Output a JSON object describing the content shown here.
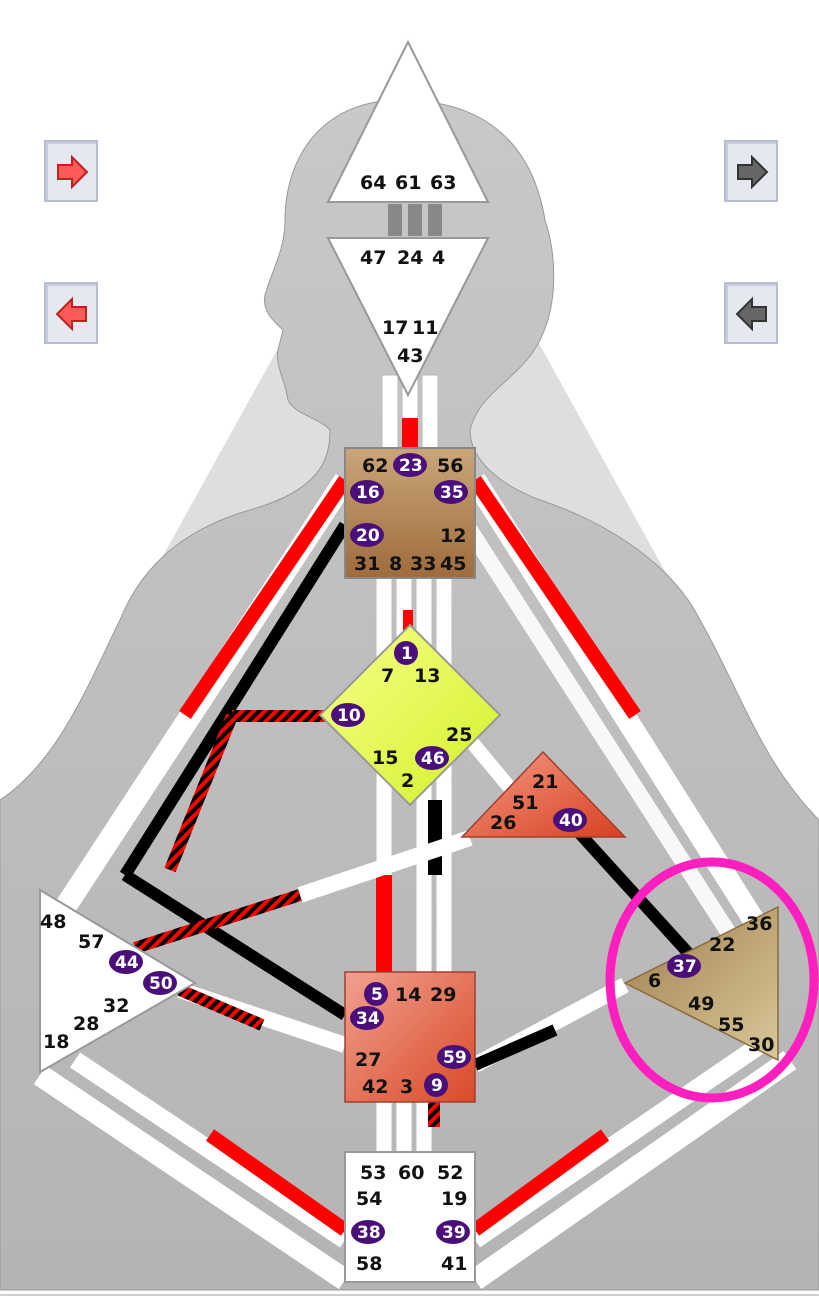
{
  "nav": {
    "prev_top": "prev-red-arrow",
    "prev_bottom": "prev-red-back-arrow",
    "next_top": "next-gray-arrow",
    "next_bottom": "next-gray-back-arrow"
  },
  "colors": {
    "conscious": "#ff0000",
    "unconscious": "#000000",
    "highlight_circle": "#ff1fbf",
    "activation_badge": "#4b0f7a"
  },
  "centers": {
    "head": {
      "gates": [
        "64",
        "61",
        "63"
      ]
    },
    "ajna": {
      "gates": [
        "47",
        "24",
        "4",
        "17",
        "11",
        "43"
      ]
    },
    "throat": {
      "gates": [
        "62",
        "23",
        "56",
        "16",
        "35",
        "20",
        "12",
        "31",
        "8",
        "33",
        "45"
      ]
    },
    "g": {
      "gates": [
        "1",
        "7",
        "13",
        "10",
        "25",
        "15",
        "46",
        "2"
      ]
    },
    "heart": {
      "gates": [
        "21",
        "51",
        "26",
        "40"
      ]
    },
    "spleen": {
      "gates": [
        "48",
        "57",
        "44",
        "50",
        "32",
        "28",
        "18"
      ]
    },
    "solar_plexus": {
      "gates": [
        "36",
        "22",
        "37",
        "6",
        "49",
        "55",
        "30"
      ]
    },
    "sacral": {
      "gates": [
        "5",
        "14",
        "29",
        "34",
        "27",
        "59",
        "42",
        "3",
        "9"
      ]
    },
    "root": {
      "gates": [
        "53",
        "60",
        "52",
        "54",
        "19",
        "38",
        "39",
        "58",
        "41"
      ]
    }
  },
  "gate_labels": {
    "g64": "64",
    "g61": "61",
    "g63": "63",
    "g47": "47",
    "g24": "24",
    "g4": "4",
    "g17": "17",
    "g11": "11",
    "g43": "43",
    "g62": "62",
    "g23": "23",
    "g56": "56",
    "g16": "16",
    "g35": "35",
    "g20": "20",
    "g12": "12",
    "g31": "31",
    "g8": "8",
    "g33": "33",
    "g45": "45",
    "g1": "1",
    "g7": "7",
    "g13": "13",
    "g10": "10",
    "g25": "25",
    "g15": "15",
    "g46": "46",
    "g2": "2",
    "g21": "21",
    "g51": "51",
    "g26": "26",
    "g40": "40",
    "g48": "48",
    "g57": "57",
    "g44": "44",
    "g50": "50",
    "g32": "32",
    "g28": "28",
    "g18": "18",
    "g36": "36",
    "g22": "22",
    "g37": "37",
    "g6": "6",
    "g49": "49",
    "g55": "55",
    "g30": "30",
    "g5": "5",
    "g14": "14",
    "g29": "29",
    "g34": "34",
    "g27": "27",
    "g59": "59",
    "g42": "42",
    "g3": "3",
    "g9": "9",
    "g53": "53",
    "g60": "60",
    "g52": "52",
    "g54": "54",
    "g19": "19",
    "g38": "38",
    "g39": "39",
    "g58": "58",
    "g41": "41"
  },
  "activated_gates": [
    "23",
    "16",
    "35",
    "20",
    "1",
    "10",
    "46",
    "40",
    "44",
    "50",
    "37",
    "5",
    "34",
    "59",
    "9",
    "38",
    "39"
  ],
  "highlight": {
    "target": "solar-plexus-center"
  }
}
